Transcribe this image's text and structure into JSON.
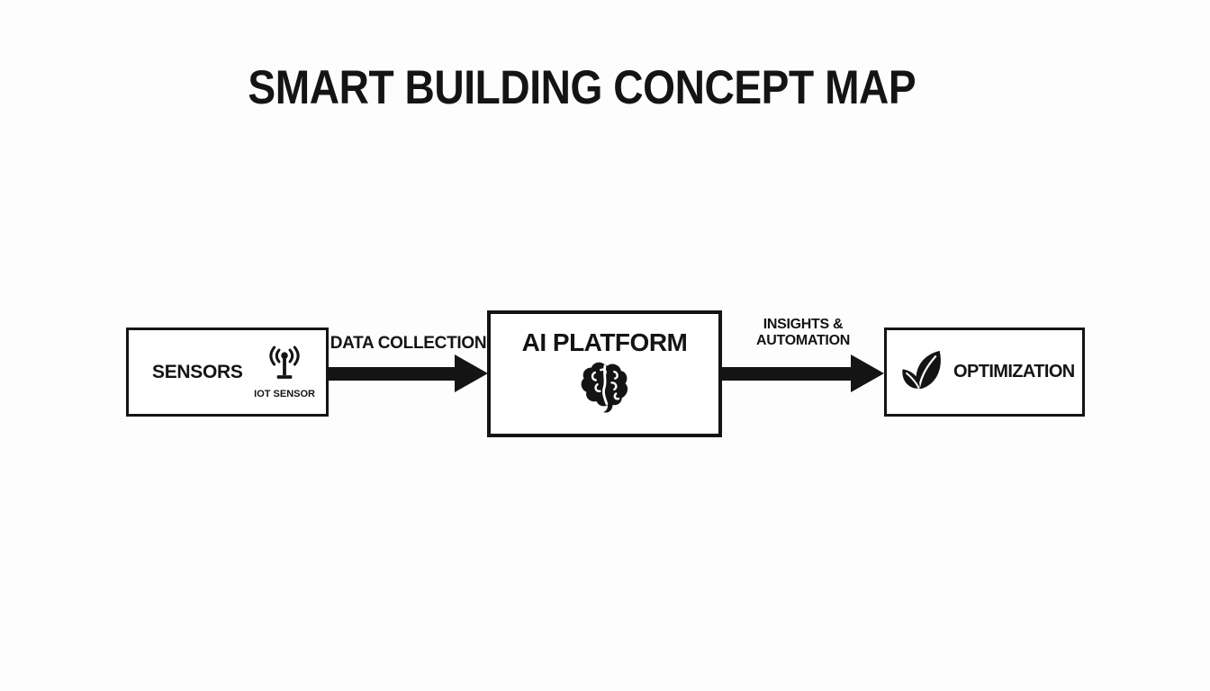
{
  "title": "SMART BUILDING CONCEPT MAP",
  "colors": {
    "background": "#fdfdfd",
    "ink": "#141414",
    "box_background": "#ffffff"
  },
  "diagram": {
    "nodes": [
      {
        "id": "sensors",
        "label": "SENSORS",
        "icon": "iot-antenna-icon",
        "icon_label": "IOT SENSOR"
      },
      {
        "id": "ai-platform",
        "label": "AI PLATFORM",
        "icon": "brain-icon"
      },
      {
        "id": "optimization",
        "label": "OPTIMIZATION",
        "icon": "leaf-icon"
      }
    ],
    "edges": [
      {
        "from": "sensors",
        "to": "ai-platform",
        "label": "DATA COLLECTION"
      },
      {
        "from": "ai-platform",
        "to": "optimization",
        "label_line1": "INSIGHTS &",
        "label_line2": "AUTOMATION"
      }
    ]
  }
}
